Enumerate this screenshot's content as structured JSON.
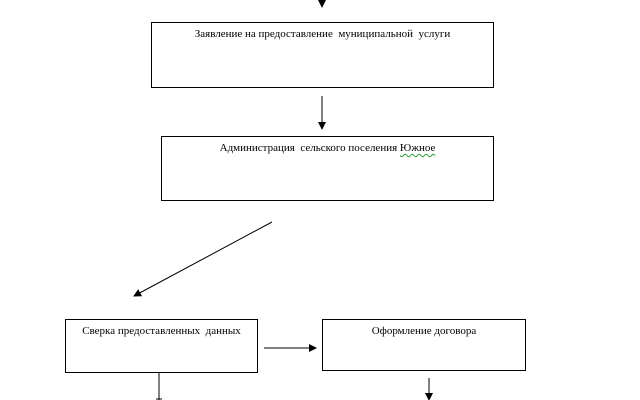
{
  "flowchart": {
    "application": {
      "label": "Заявление на предоставление  муниципальной  услуги"
    },
    "administration": {
      "label_prefix": "Администрация  сельского поселения ",
      "label_highlight": "Южное"
    },
    "check": {
      "label": "Сверка предоставленных  данных"
    },
    "contract": {
      "label": "Оформление договора"
    }
  },
  "colors": {
    "stroke": "#000000",
    "spellcheck_underline": "#2e9a3a"
  }
}
